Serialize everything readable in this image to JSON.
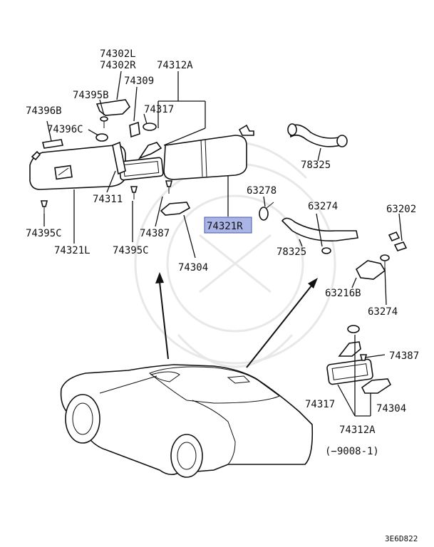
{
  "labels": {
    "l74302L": "74302L",
    "l74302R": "74302R",
    "l74312A_top": "74312A",
    "l74395B": "74395B",
    "l74309": "74309",
    "l74396B": "74396B",
    "l74317_top": "74317",
    "l74396C": "74396C",
    "l78325_top": "78325",
    "l63278": "63278",
    "l74311": "74311",
    "l63274_mid": "63274",
    "l63202": "63202",
    "l74321R": "74321R",
    "l74395C_left": "74395C",
    "l74387_mid": "74387",
    "l78325_mid": "78325",
    "l74321L": "74321L",
    "l74395C_mid": "74395C",
    "l74304_mid": "74304",
    "l63216B": "63216B",
    "l63274_low": "63274",
    "l74387_right": "74387",
    "l74317_right": "74317",
    "l74304_right": "74304",
    "l74312A_right": "74312A",
    "date_range": "(−9008-1)",
    "diagram_code": "3E6D822"
  },
  "colors": {
    "highlight_fill": "#aab4e6",
    "line": "#111111"
  }
}
